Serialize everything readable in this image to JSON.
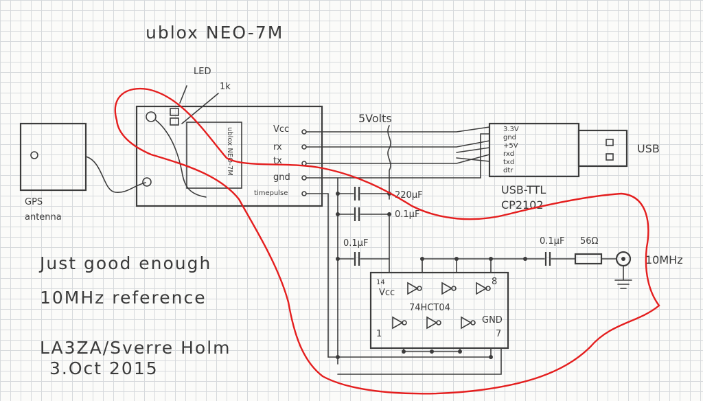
{
  "title": "ublox NEO-7M",
  "module_label": "ublox NEO-7M",
  "led_label": "LED",
  "resistor_1k_label": "1k",
  "pins": {
    "vcc": "Vcc",
    "rx": "rx",
    "tx": "tx",
    "gnd": "gnd",
    "timepulse": "timepulse"
  },
  "volts_label": "5Volts",
  "usb_pins": [
    "3.3V",
    "gnd",
    "+5V",
    "rxd",
    "txd",
    "dtr"
  ],
  "usb_label": "USB",
  "usb_ttl_label": "USB-TTL",
  "cp_label": "CP2102",
  "cap_220_label": "220µF",
  "cap_01_label_a": "0.1µF",
  "cap_01_label_b": "0.1µF",
  "cap_01_label_c": "0.1µF",
  "res_56_label": "56Ω",
  "output_label": "10MHz",
  "ic_name": "74HCT04",
  "ic_pin14": "14",
  "ic_vcc": "Vcc",
  "ic_pin8": "8",
  "ic_gnd": "GND",
  "ic_pin1": "1",
  "ic_pin7": "7",
  "gps_label_1": "GPS",
  "gps_label_2": "antenna",
  "note_line_1": "Just good enough",
  "note_line_2": "10MHz reference",
  "author": "LA3ZA/Sverre Holm",
  "date": "3.Oct 2015",
  "colors": {
    "ink": "#3c3c3c",
    "highlight": "#e41e1e",
    "grid": "#d6d9dc",
    "paper": "#fbfbf9"
  }
}
